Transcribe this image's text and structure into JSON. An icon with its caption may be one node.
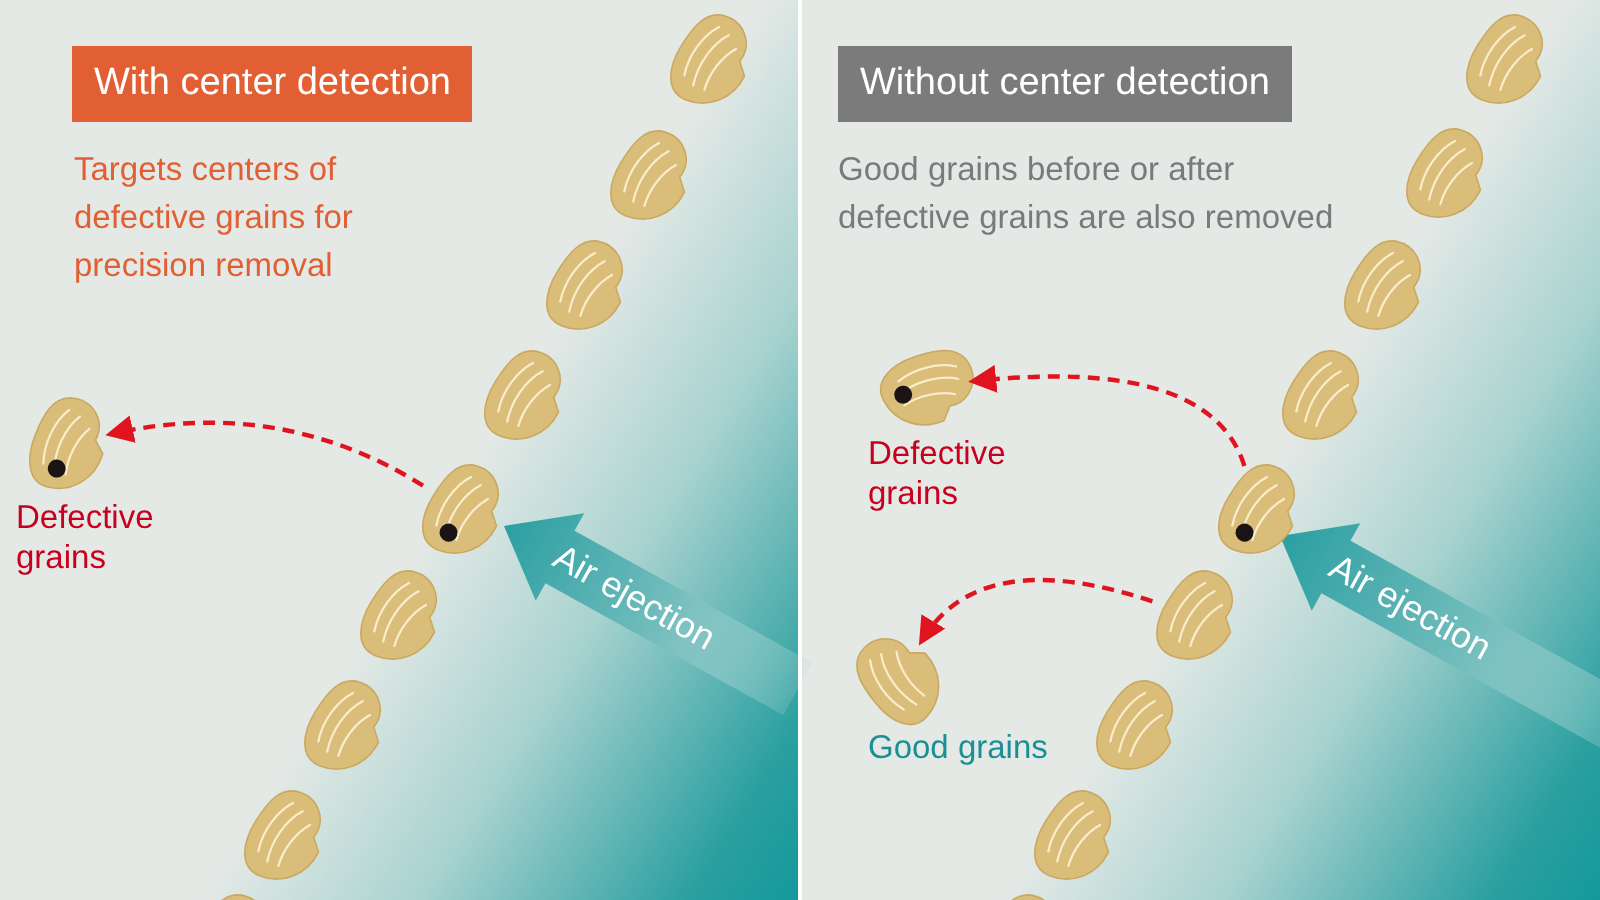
{
  "diagram": {
    "nodes": [
      {
        "text": [
          "With center detection"
        ]
      },
      {
        "text": [],
        "shape": "picture",
        "beside": [
          "Defective grains"
        ]
      },
      {
        "text": [],
        "shape": "picture"
      },
      {
        "text": [
          "Without center detection"
        ]
      },
      {
        "text": [],
        "shape": "picture",
        "beside": [
          "Defective grains"
        ]
      },
      {
        "text": [],
        "shape": "picture"
      },
      {
        "text": [],
        "shape": "picture",
        "beside": [
          "Good grains"
        ]
      },
      {
        "text": [],
        "shape": "picture"
      }
    ],
    "edges": [
      {
        "from": 2,
        "to": 1,
        "arrow": "to",
        "style": "dashed"
      },
      {
        "from": 5,
        "to": 4,
        "arrow": "to",
        "style": "dashed"
      },
      {
        "from": 7,
        "to": 6,
        "arrow": "to",
        "style": "dashed"
      }
    ],
    "labels": [
      "Targets centers of defective grains for precision removal",
      "Air ejection",
      "Good grains before or after defective grains are also removed",
      "Air ejection"
    ]
  }
}
